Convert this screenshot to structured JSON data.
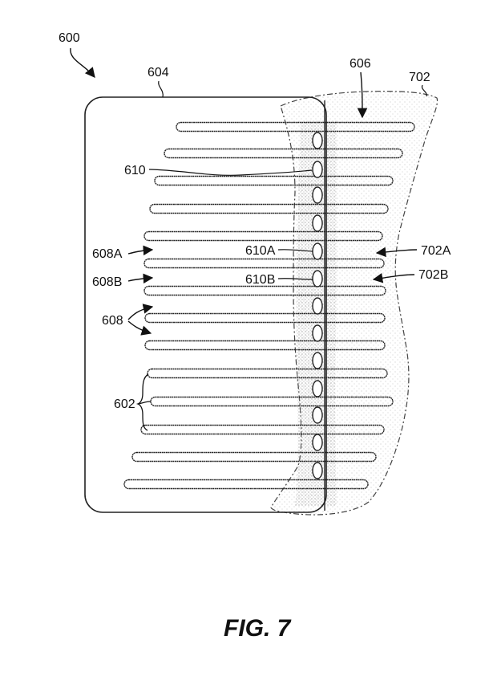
{
  "figure": {
    "caption": "FIG. 7",
    "reference_numerals": {
      "device": "600",
      "outline": "604",
      "region": "606",
      "zone": "702",
      "electrode": "610",
      "electrode_a": "610A",
      "electrode_b": "610B",
      "gap_a": "608A",
      "gap_b": "608B",
      "gaps": "608",
      "fingers": "602",
      "zone_a": "702A",
      "zone_b": "702B"
    },
    "finger_count": 14,
    "electrode_count": 13
  }
}
